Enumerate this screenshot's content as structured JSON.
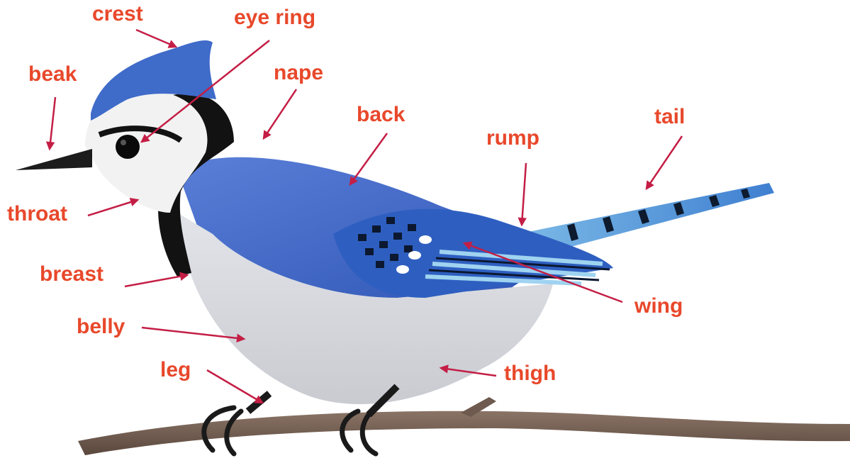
{
  "colors": {
    "label": "#e8482b",
    "arrow": "#c41e45",
    "bird_blue": "#3f6bc9",
    "bird_light_blue": "#9ed1f0",
    "bird_black": "#121212",
    "bird_white": "#f2f2f2",
    "belly_gray": "#d8d8d8",
    "branch": "#6e5a4e"
  },
  "labels": {
    "crest": "crest",
    "eye_ring": "eye ring",
    "beak": "beak",
    "nape": "nape",
    "back": "back",
    "tail": "tail",
    "rump": "rump",
    "throat": "throat",
    "breast": "breast",
    "wing": "wing",
    "belly": "belly",
    "leg": "leg",
    "thigh": "thigh"
  }
}
